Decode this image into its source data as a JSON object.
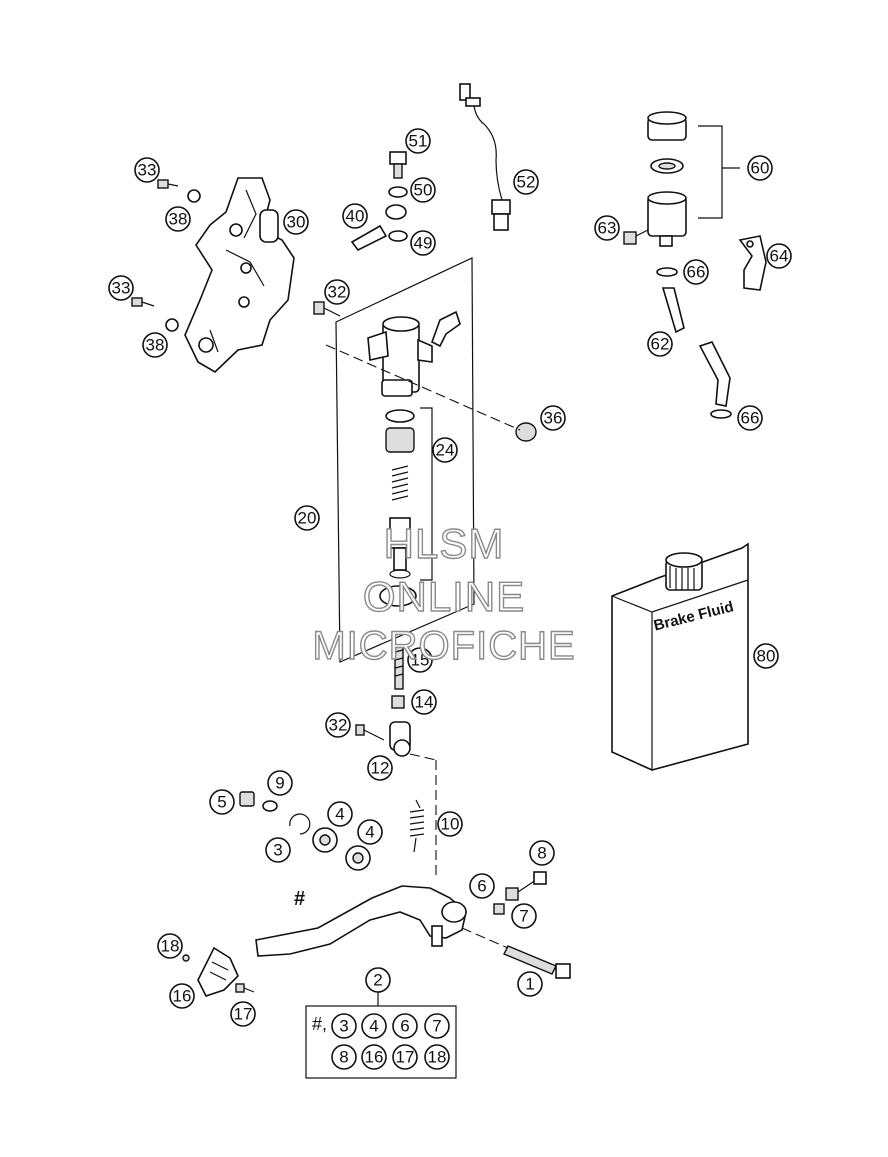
{
  "diagram": {
    "reservoir_label": "Brake Fluid",
    "lever_mark": "#",
    "kit_prefix": "#,",
    "kit_number": "2",
    "kit_contents": [
      "3",
      "4",
      "6",
      "7",
      "8",
      "16",
      "17",
      "18"
    ],
    "callouts": [
      "1",
      "3",
      "4",
      "4",
      "5",
      "6",
      "7",
      "8",
      "9",
      "10",
      "12",
      "14",
      "15",
      "16",
      "17",
      "18",
      "20",
      "24",
      "30",
      "32",
      "32",
      "33",
      "33",
      "36",
      "38",
      "38",
      "40",
      "49",
      "50",
      "51",
      "52",
      "60",
      "62",
      "63",
      "64",
      "66",
      "66",
      "80"
    ]
  },
  "watermark": {
    "line1": "HLSM",
    "line2": "ONLINE",
    "line3": "MICROFICHE"
  }
}
